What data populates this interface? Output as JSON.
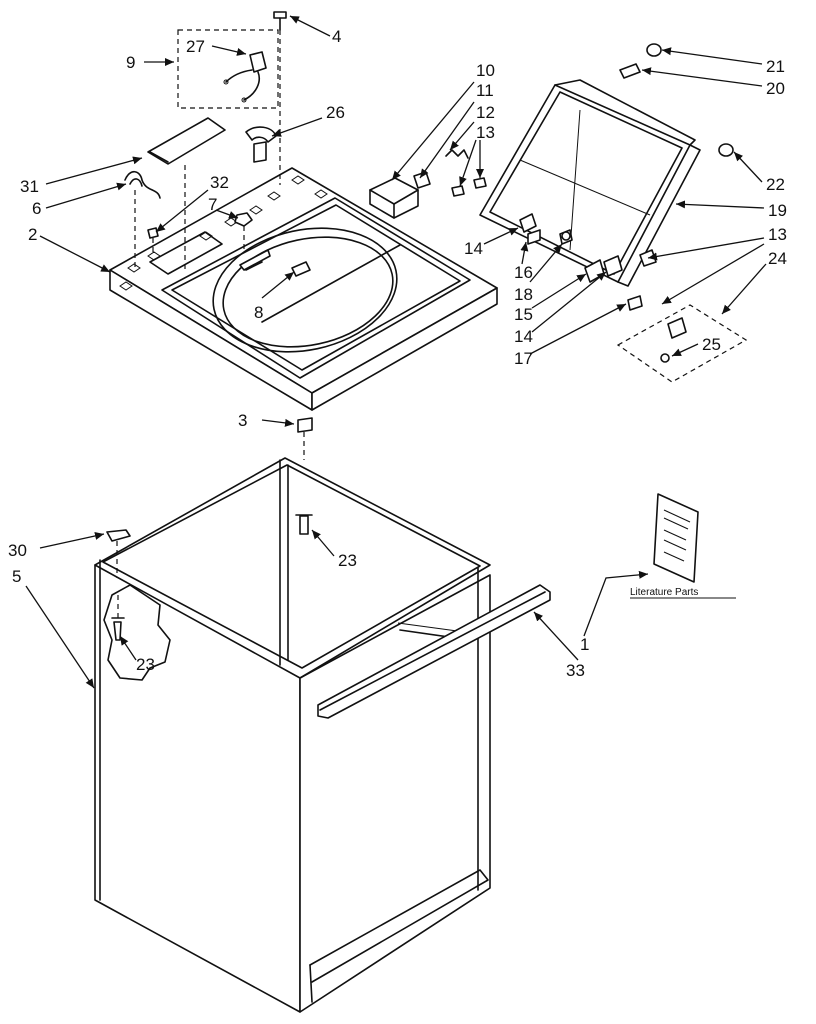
{
  "diagram": {
    "callouts": {
      "c1": "1",
      "c2": "2",
      "c3": "3",
      "c4": "4",
      "c5": "5",
      "c6": "6",
      "c7": "7",
      "c8": "8",
      "c9": "9",
      "c10": "10",
      "c11": "11",
      "c12": "12",
      "c13a": "13",
      "c13b": "13",
      "c14a": "14",
      "c14b": "14",
      "c15": "15",
      "c16": "16",
      "c17": "17",
      "c18": "18",
      "c19": "19",
      "c20": "20",
      "c21": "21",
      "c22": "22",
      "c23a": "23",
      "c23b": "23",
      "c24": "24",
      "c25": "25",
      "c26": "26",
      "c27": "27",
      "c30": "30",
      "c31": "31",
      "c32": "32",
      "c33": "33"
    },
    "literature_label": "Literature Parts"
  }
}
